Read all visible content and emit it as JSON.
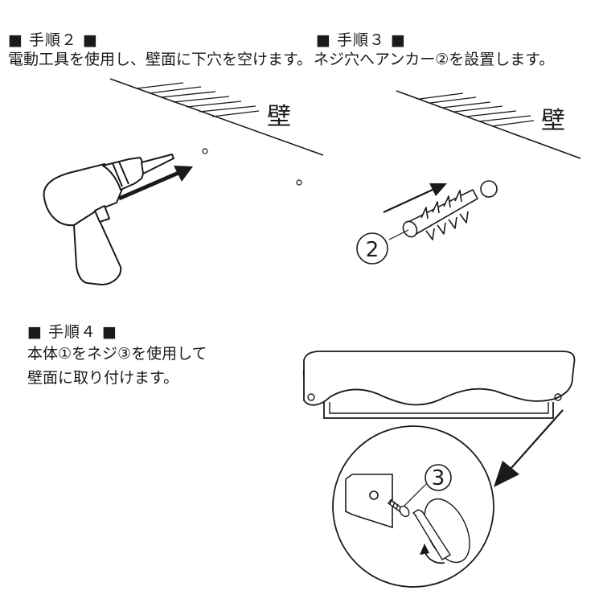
{
  "step2": {
    "heading": "■ 手順２ ■",
    "text": "電動工具を使用し、壁面に下穴を空けます。",
    "wall_label": "壁"
  },
  "step3": {
    "heading": "■ 手順３ ■",
    "text": "ネジ穴へアンカー②を設置します。",
    "wall_label": "壁",
    "part_number": "2"
  },
  "step4": {
    "heading": "■ 手順４ ■",
    "text_line1": "本体①をネジ③を使用して",
    "text_line2": "壁面に取り付けます。",
    "part_number": "3"
  }
}
